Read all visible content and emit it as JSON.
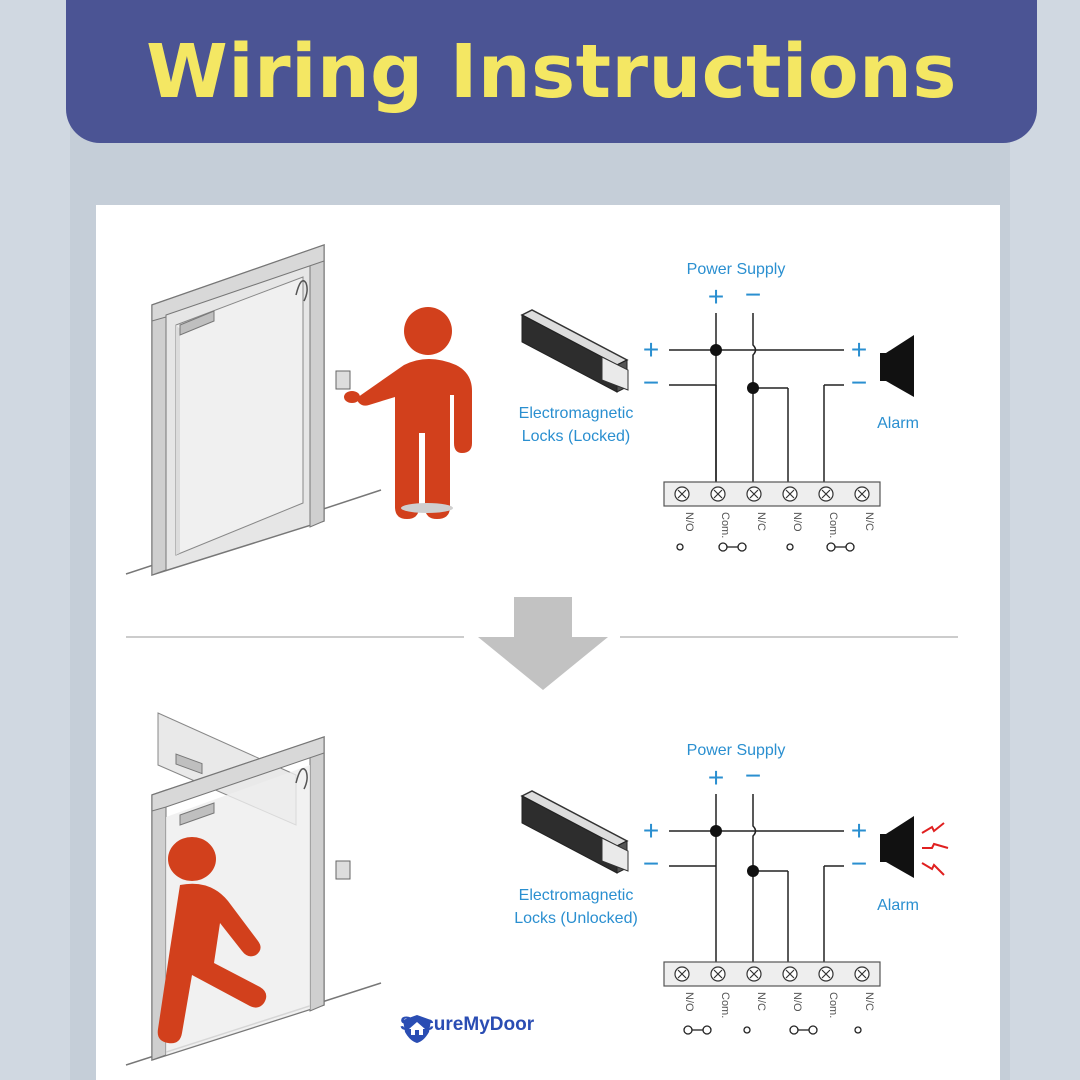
{
  "title": "Wiring Instructions",
  "colors": {
    "title_bg": "#4b5494",
    "title_text": "#f4e763",
    "accent_blue": "#2a8fd0",
    "figure_red": "#d2401c"
  },
  "diagrams": [
    {
      "state": "locked",
      "power_supply_label": "Power Supply",
      "plus": "+",
      "minus": "−",
      "lock_label_line1": "Electromagnetic",
      "lock_label_line2": "Locks (Locked)",
      "alarm_label": "Alarm",
      "alarm_sounding": false,
      "terminals": [
        "N/O",
        "Com.",
        "N/C",
        "N/O",
        "Com.",
        "N/C"
      ]
    },
    {
      "state": "unlocked",
      "power_supply_label": "Power Supply",
      "plus": "+",
      "minus": "−",
      "lock_label_line1": "Electromagnetic",
      "lock_label_line2": "Locks (Unlocked)",
      "alarm_label": "Alarm",
      "alarm_sounding": true,
      "terminals": [
        "N/O",
        "Com.",
        "N/C",
        "N/O",
        "Com.",
        "N/C"
      ]
    }
  ],
  "icons": [
    "door-icon",
    "standing-person-icon",
    "running-person-icon",
    "electromagnetic-lock-icon",
    "alarm-speaker-icon",
    "down-arrow-icon",
    "shield-house-icon"
  ],
  "brand": "SecureMyDoor"
}
